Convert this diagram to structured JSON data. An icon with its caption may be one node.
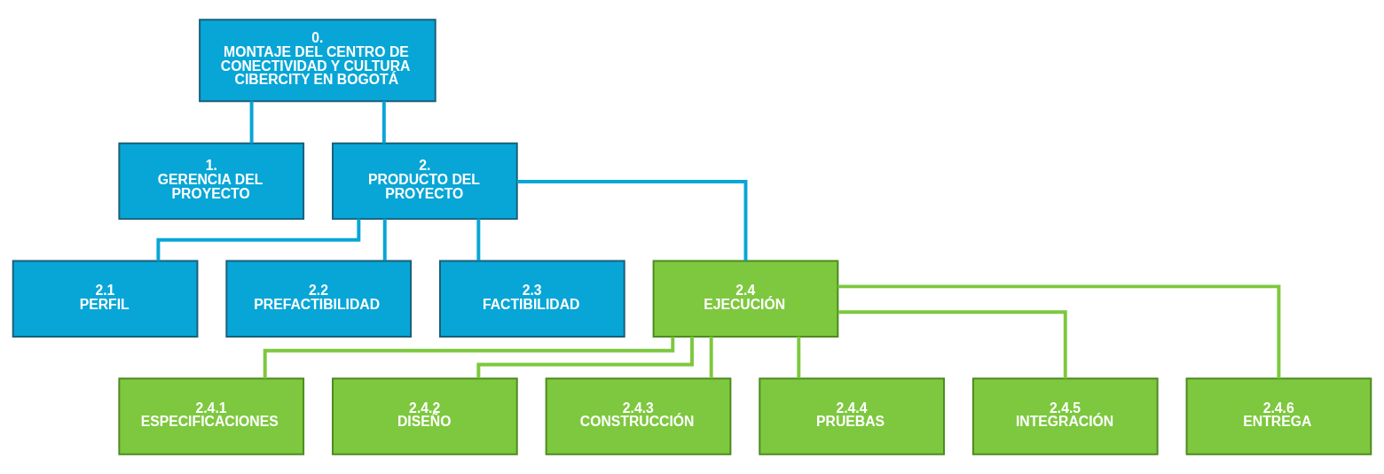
{
  "diagram": {
    "nodes": [
      {
        "text": [
          "0.",
          "MONTAJE DEL CENTRO DE CONECTIVIDAD Y CULTURA CIBERCITY EN BOGOTÁ"
        ]
      },
      {
        "text": [
          "1.",
          "GERENCIA DEL PROYECTO"
        ]
      },
      {
        "text": [
          "2.",
          "PRODUCTO DEL PROYECTO"
        ]
      },
      {
        "text": [
          "2.1",
          "PERFIL"
        ]
      },
      {
        "text": [
          "2.2",
          "PREFACTIBILIDAD"
        ]
      },
      {
        "text": [
          "2.3",
          "FACTIBILIDAD"
        ]
      },
      {
        "text": [
          "2.4",
          "EJECUCIÓN"
        ]
      },
      {
        "text": [
          "2.4.1",
          "ESPECIFICACIONES"
        ]
      },
      {
        "text": [
          "2.4.2",
          "DISEÑO"
        ]
      },
      {
        "text": [
          "2.4.3",
          "CONSTRUCCIÓN"
        ]
      },
      {
        "text": [
          "2.4.4",
          "PRUEBAS"
        ]
      },
      {
        "text": [
          "2.4.5",
          "INTEGRACIÓN"
        ]
      },
      {
        "text": [
          "2.4.6",
          "ENTREGA"
        ]
      }
    ],
    "edges": [
      {
        "from": 0,
        "to": 1,
        "arrow": "none"
      },
      {
        "from": 0,
        "to": 2,
        "arrow": "none"
      },
      {
        "from": 2,
        "to": 3,
        "arrow": "none"
      },
      {
        "from": 2,
        "to": 4,
        "arrow": "none"
      },
      {
        "from": 2,
        "to": 5,
        "arrow": "none"
      },
      {
        "from": 2,
        "to": 6,
        "arrow": "none"
      },
      {
        "from": 6,
        "to": 7,
        "arrow": "none",
        "color": "#7dc83e"
      },
      {
        "from": 6,
        "to": 8,
        "arrow": "none",
        "color": "#7dc83e"
      },
      {
        "from": 6,
        "to": 9,
        "arrow": "none",
        "color": "#7dc83e"
      },
      {
        "from": 6,
        "to": 10,
        "arrow": "none",
        "color": "#7dc83e"
      },
      {
        "from": 6,
        "to": 11,
        "arrow": "none",
        "color": "#7dc83e"
      },
      {
        "from": 6,
        "to": 12,
        "arrow": "none",
        "color": "#7dc83e"
      }
    ]
  }
}
